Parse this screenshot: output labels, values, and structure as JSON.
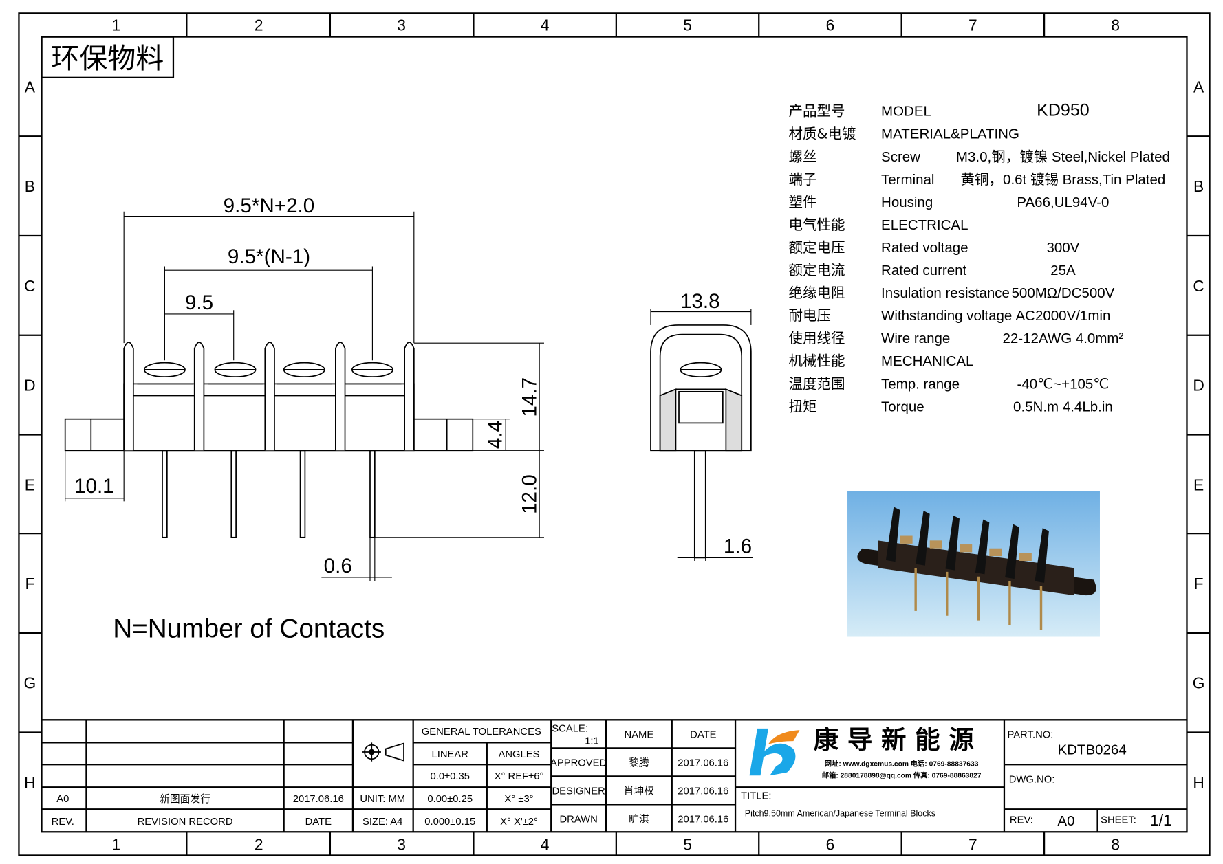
{
  "stamp": "环保物料",
  "grid": {
    "columns": [
      "1",
      "2",
      "3",
      "4",
      "5",
      "6",
      "7",
      "8"
    ],
    "rows": [
      "A",
      "B",
      "C",
      "D",
      "E",
      "F",
      "G",
      "H"
    ]
  },
  "dimensions": {
    "overall": "9.5*N+2.0",
    "span": "9.5*(N-1)",
    "pitch": "9.5",
    "height": "14.7",
    "flange": "4.4",
    "pin_length": "12.0",
    "flange_width": "10.1",
    "pin_thickness": "0.6",
    "depth": "13.8",
    "pin_width": "1.6"
  },
  "note": "N=Number of Contacts",
  "specs": [
    {
      "cn": "产品型号",
      "en": "MODEL",
      "value": "KD950"
    },
    {
      "cn": "材质&电镀",
      "en": "MATERIAL&PLATING",
      "value": ""
    },
    {
      "cn": "螺丝",
      "en": "Screw",
      "value": "M3.0,钢，镀镍 Steel,Nickel Plated"
    },
    {
      "cn": "端子",
      "en": "Terminal",
      "value": "黄铜，0.6t 镀锡 Brass,Tin Plated"
    },
    {
      "cn": "塑件",
      "en": "Housing",
      "value": "PA66,UL94V-0"
    },
    {
      "cn": "电气性能",
      "en": "ELECTRICAL",
      "value": ""
    },
    {
      "cn": "额定电压",
      "en": "Rated voltage",
      "value": "300V"
    },
    {
      "cn": "额定电流",
      "en": "Rated current",
      "value": "25A"
    },
    {
      "cn": "绝缘电阻",
      "en": "Insulation resistance",
      "value": "500MΩ/DC500V"
    },
    {
      "cn": "耐电压",
      "en": "Withstanding voltage",
      "value": "AC2000V/1min"
    },
    {
      "cn": "使用线径",
      "en": "Wire range",
      "value": "22-12AWG 4.0mm²"
    },
    {
      "cn": "机械性能",
      "en": "MECHANICAL",
      "value": ""
    },
    {
      "cn": "温度范围",
      "en": "Temp. range",
      "value": "-40℃~+105℃"
    },
    {
      "cn": "扭矩",
      "en": "Torque",
      "value": "0.5N.m  4.4Lb.in"
    }
  ],
  "title_block": {
    "revision": {
      "rev": "A0",
      "record": "新图面发行",
      "date": "2017.06.16",
      "h_rev": "REV.",
      "h_record": "REVISION RECORD",
      "h_date": "DATE"
    },
    "unit": "UNIT: MM",
    "size": "SIZE: A4",
    "tolerances": {
      "title": "GENERAL TOLERANCES",
      "linear": "LINEAR",
      "angles": "ANGLES",
      "rows": [
        [
          "0.0±0.35",
          "X° REF±6°"
        ],
        [
          "0.00±0.25",
          "X° ±3°"
        ],
        [
          "0.000±0.15",
          "X° X'±2°"
        ]
      ]
    },
    "scale_label": "SCALE:",
    "scale": "1:1",
    "name_h": "NAME",
    "date_h": "DATE",
    "people": [
      {
        "role": "APPROVED",
        "name": "黎腾",
        "date": "2017.06.16"
      },
      {
        "role": "DESIGNER",
        "name": "肖坤权",
        "date": "2017.06.16"
      },
      {
        "role": "DRAWN",
        "name": "旷淇",
        "date": "2017.06.16"
      }
    ],
    "company": "康 导 新 能 源",
    "contact1": "网址: www.dgxcmus.com   电话: 0769-88837633",
    "contact2": "邮箱: 2880178898@qq.com 传真: 0769-88863827",
    "title_label": "TITLE:",
    "title": "Pitch9.50mm American/Japanese Terminal Blocks",
    "part_no_label": "PART.NO:",
    "part_no": "KDTB0264",
    "dwg_no_label": "DWG.NO:",
    "rev_label": "REV:",
    "rev": "A0",
    "sheet_label": "SHEET:",
    "sheet": "1/1"
  },
  "colors": {
    "logo_blue": "#1aa7e8",
    "logo_orange": "#f08a1c",
    "photo_bg": "#8ec3e8"
  }
}
